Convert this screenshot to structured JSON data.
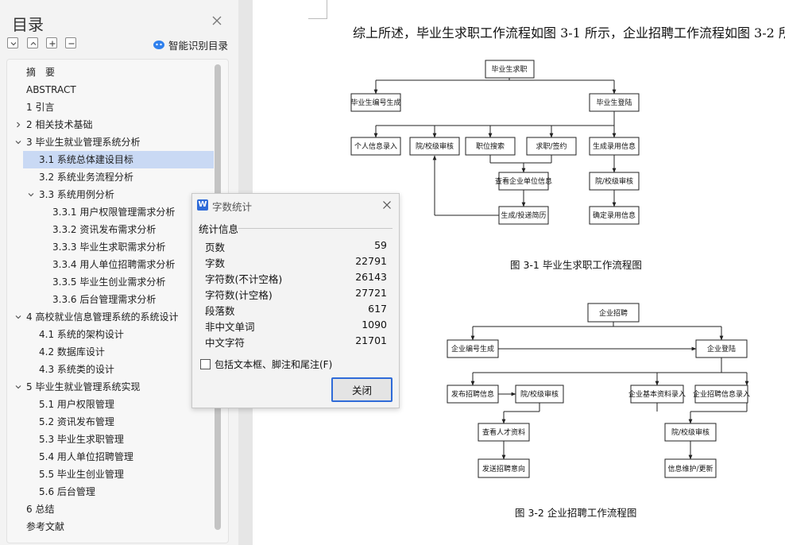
{
  "toc": {
    "title": "目录",
    "smart_label": "智能识别目录",
    "items": [
      {
        "label": "摘　要"
      },
      {
        "label": "ABSTRACT"
      },
      {
        "label": "1 引言"
      },
      {
        "label": "2 相关技术基础"
      },
      {
        "label": "3 毕业生就业管理系统分析"
      },
      {
        "label": "3.1 系统总体建设目标"
      },
      {
        "label": "3.2 系统业务流程分析"
      },
      {
        "label": "3.3 系统用例分析"
      },
      {
        "label": "3.3.1 用户权限管理需求分析"
      },
      {
        "label": "3.3.2 资讯发布需求分析"
      },
      {
        "label": "3.3.3 毕业生求职需求分析"
      },
      {
        "label": "3.3.4 用人单位招聘需求分析"
      },
      {
        "label": "3.3.5 毕业生创业需求分析"
      },
      {
        "label": "3.3.6 后台管理需求分析"
      },
      {
        "label": "4 高校就业信息管理系统的系统设计"
      },
      {
        "label": "4.1 系统的架构设计"
      },
      {
        "label": "4.2 数据库设计"
      },
      {
        "label": "4.3 系统类的设计"
      },
      {
        "label": "5 毕业生就业管理系统实现"
      },
      {
        "label": "5.1 用户权限管理"
      },
      {
        "label": "5.2 资讯发布管理"
      },
      {
        "label": "5.3 毕业生求职管理"
      },
      {
        "label": "5.4 用人单位招聘管理"
      },
      {
        "label": "5.5 毕业生创业管理"
      },
      {
        "label": "5.6 后台管理"
      },
      {
        "label": "6 总结"
      },
      {
        "label": "参考文献"
      }
    ]
  },
  "doc": {
    "sentence": "综上所述，毕业生求职工作流程如图 3-1 所示，企业招聘工作流程如图 3-2 所",
    "fig1": {
      "caption": "图 3-1 毕业生求职工作流程图",
      "nodes": {
        "root": "毕业生求职",
        "n_code": "毕业生编号生成",
        "n_login": "毕业生登陆",
        "n_info": "个人信息录入",
        "n_review": "院/校级审核",
        "n_search": "职位搜索",
        "n_apply": "求职/签约",
        "n_gen": "生成录用信息",
        "n_view": "查看企业单位信息",
        "n_review2": "院/校级审核",
        "n_resume": "生成/投递简历",
        "n_confirm": "确定录用信息"
      }
    },
    "fig2": {
      "caption": "图 3-2 企业招聘工作流程图",
      "nodes": {
        "root": "企业招聘",
        "n_code": "企业编号生成",
        "n_login": "企业登陆",
        "n_publish": "发布招聘信息",
        "n_review": "院/校级审核",
        "n_basic": "企业基本资料录入",
        "n_recruit": "企业招聘信息录入",
        "n_talent": "查看人才资料",
        "n_review2": "院/校级审核",
        "n_send": "发送招聘意向",
        "n_update": "信息维护/更新"
      }
    }
  },
  "dialog": {
    "icon": "W",
    "title": "字数统计",
    "section": "统计信息",
    "stats": [
      {
        "label": "页数",
        "value": "59"
      },
      {
        "label": "字数",
        "value": "22791"
      },
      {
        "label": "字符数(不计空格)",
        "value": "26143"
      },
      {
        "label": "字符数(计空格)",
        "value": "27721"
      },
      {
        "label": "段落数",
        "value": "617"
      },
      {
        "label": "非中文单词",
        "value": "1090"
      },
      {
        "label": "中文字符",
        "value": "21701"
      }
    ],
    "checkbox_label": "包括文本框、脚注和尾注(F)",
    "close_button": "关闭"
  }
}
